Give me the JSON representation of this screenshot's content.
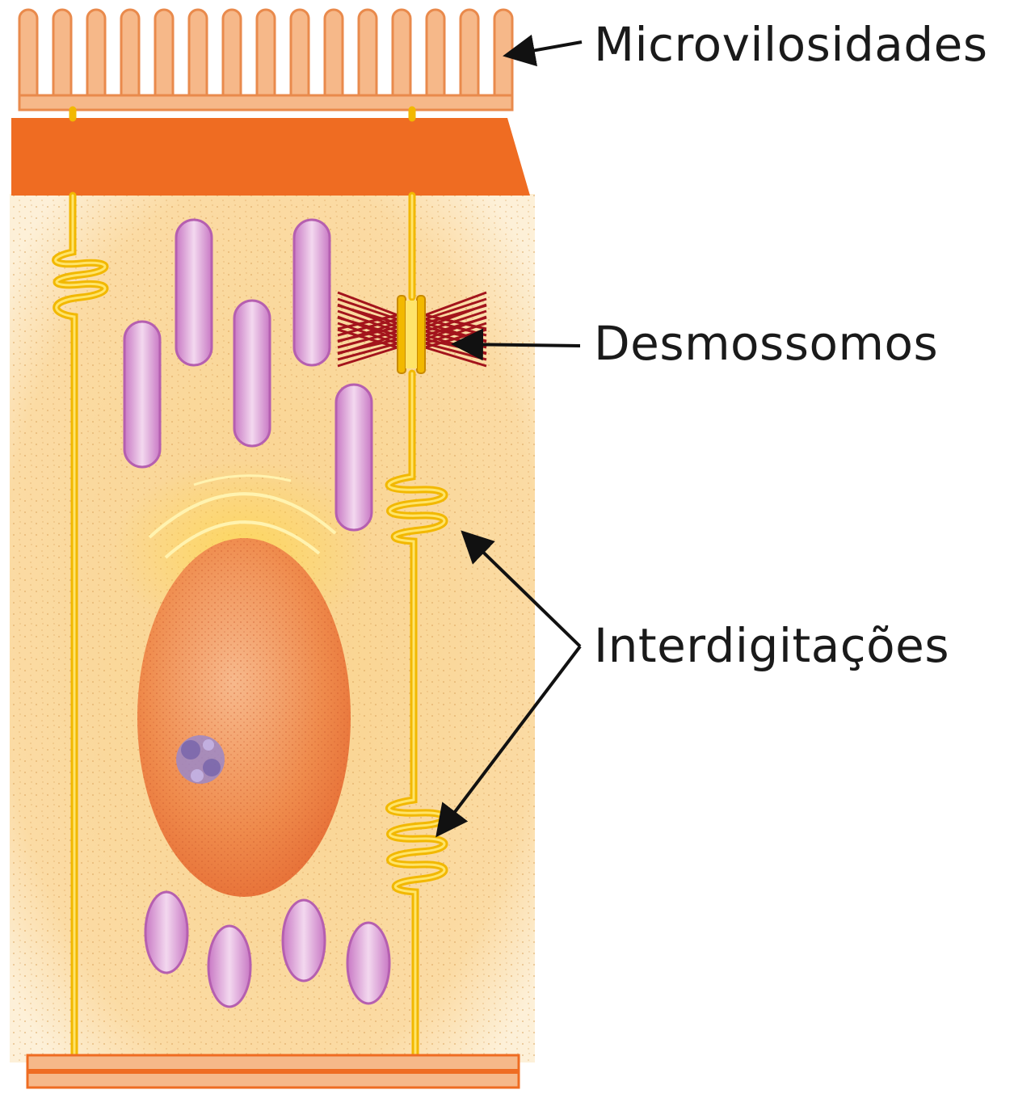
{
  "labels": {
    "microvilosidades": "Microvilosidades",
    "desmossomos": "Desmossomos",
    "interdigitacoes": "Interdigitações"
  },
  "colors": {
    "cytoplasm": "#fbd99a",
    "terminal_web": "#ef6c22",
    "microvilli": "#f6b889",
    "membrane": "#f6c000",
    "mitochondria": "#d08fcf",
    "nucleus": "#ee8040",
    "desmosome": "#a3141c",
    "arrow": "#111111"
  }
}
